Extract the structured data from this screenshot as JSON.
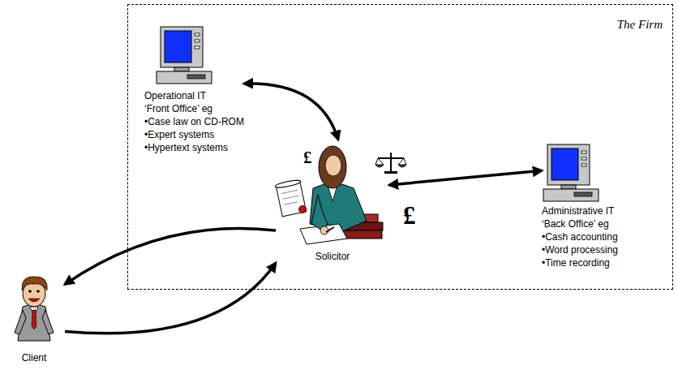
{
  "diagram": {
    "nodes": [
      {
        "text": [
          "The Firm"
        ]
      },
      {
        "text": [
          "Operational IT ‘Front Office’ eg",
          "•Case law on CD-ROM",
          "•Expert systems",
          "•Hypertext systems"
        ],
        "in": 0
      },
      {
        "text": [
          "Solicitor"
        ],
        "in": 0
      },
      {
        "text": [
          "Administrative IT ‘Back Office’ eg",
          "•Cash accounting",
          "•Word processing",
          "•Time recording"
        ],
        "in": 0
      },
      {
        "text": [
          "Client"
        ]
      }
    ],
    "edges": [
      {
        "from": 1,
        "to": 2,
        "arrow": "both"
      },
      {
        "from": 2,
        "to": 3,
        "arrow": "both"
      },
      {
        "from": 2,
        "to": 4,
        "arrow": "to"
      },
      {
        "from": 4,
        "to": 2,
        "arrow": "to"
      }
    ],
    "labels": [
      "£",
      "£"
    ]
  }
}
